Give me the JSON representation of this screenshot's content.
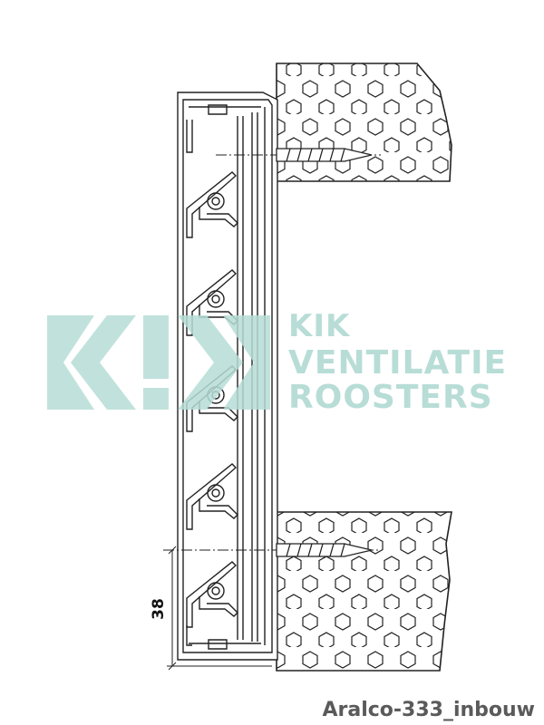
{
  "diagram": {
    "dimension_label": "38",
    "caption": "Aralco-333_inbouw"
  },
  "watermark": {
    "brand": "KIK",
    "line1": "VENTILATIE",
    "line2": "ROOSTERS"
  },
  "colors": {
    "line": "#222222",
    "watermark": "#b7ddd6",
    "caption": "#5a5a5a"
  }
}
